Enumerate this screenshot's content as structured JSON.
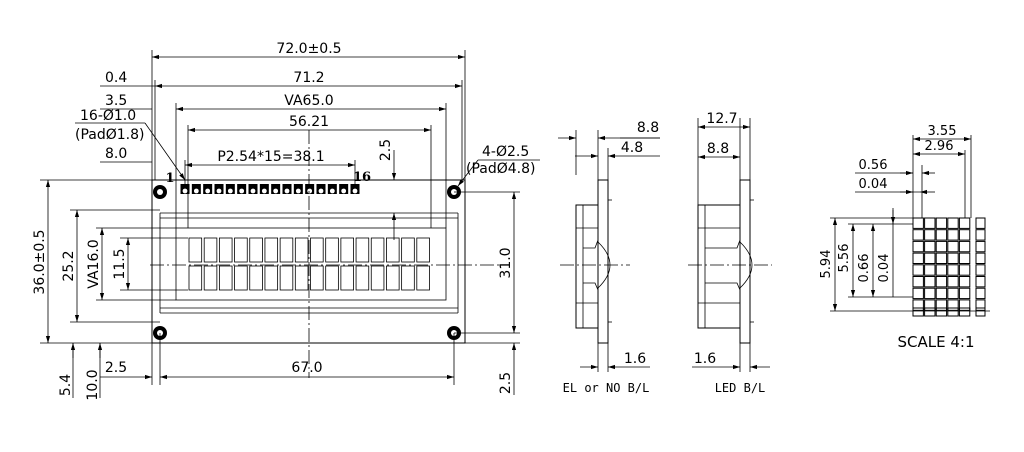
{
  "front": {
    "overall_width": "72.0±0.5",
    "bezel_width": "71.2",
    "view_area": "VA65.0",
    "active_area": "56.21",
    "pin_pitch": "P2.54*15=38.1",
    "offset_04": "0.4",
    "offset_35": "3.5",
    "pin_holes_1": "16-Ø1.0",
    "pin_holes_2": "(PadØ1.8)",
    "offset_80": "8.0",
    "pin1": "1",
    "pin16": "16",
    "dim_25_top": "2.5",
    "mount_holes_1": "4-Ø2.5",
    "mount_holes_2": "(PadØ4.8)",
    "height_total": "36.0±0.5",
    "height_252": "25.2",
    "height_va": "VA16.0",
    "height_115": "11.5",
    "height_310": "31.0",
    "dim_54": "5.4",
    "dim_100": "10.0",
    "dim_25_left": "2.5",
    "hole_span": "67.0",
    "dim_25_right": "2.5"
  },
  "side_el": {
    "dim_88": "8.8",
    "dim_48": "4.8",
    "dim_16": "1.6",
    "caption": "EL or NO B/L"
  },
  "side_led": {
    "dim_127": "12.7",
    "dim_88": "8.8",
    "dim_16": "1.6",
    "caption": "LED B/L"
  },
  "char_detail": {
    "dim_355": "3.55",
    "dim_296": "2.96",
    "dim_056": "0.56",
    "dim_004_h": "0.04",
    "dim_594": "5.94",
    "dim_556": "5.56",
    "dim_066": "0.66",
    "dim_004_v": "0.04",
    "scale": "SCALE 4:1"
  }
}
